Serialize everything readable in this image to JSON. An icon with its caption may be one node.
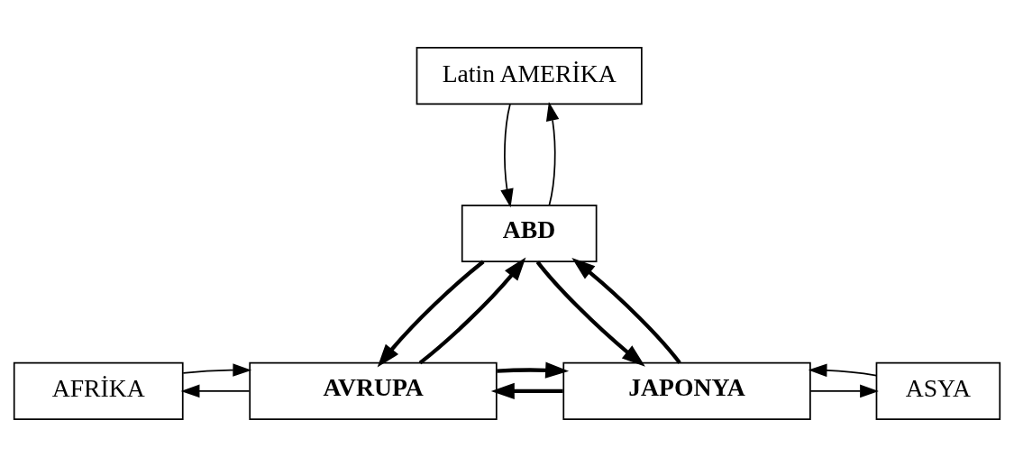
{
  "diagram": {
    "nodes": [
      {
        "text": [
          "Latin AMERİKA"
        ]
      },
      {
        "text": [
          "ABD"
        ]
      },
      {
        "text": [
          "AFRİKA"
        ]
      },
      {
        "text": [
          "AVRUPA"
        ]
      },
      {
        "text": [
          "JAPONYA"
        ]
      },
      {
        "text": [
          "ASYA"
        ]
      }
    ],
    "edges": [
      {
        "from": 0,
        "to": 1,
        "arrow": "to"
      },
      {
        "from": 1,
        "to": 0,
        "arrow": "to"
      },
      {
        "from": 1,
        "to": 3,
        "arrow": "to",
        "style": "thick"
      },
      {
        "from": 3,
        "to": 1,
        "arrow": "to",
        "style": "thick"
      },
      {
        "from": 1,
        "to": 4,
        "arrow": "to",
        "style": "thick"
      },
      {
        "from": 4,
        "to": 1,
        "arrow": "to",
        "style": "thick"
      },
      {
        "from": 4,
        "to": 3,
        "arrow": "to",
        "style": "thick"
      },
      {
        "from": 3,
        "to": 4,
        "arrow": "to",
        "style": "thick"
      },
      {
        "from": 3,
        "to": 2,
        "arrow": "to"
      },
      {
        "from": 2,
        "to": 3,
        "arrow": "to"
      },
      {
        "from": 4,
        "to": 5,
        "arrow": "to"
      },
      {
        "from": 5,
        "to": 4,
        "arrow": "to"
      }
    ]
  }
}
